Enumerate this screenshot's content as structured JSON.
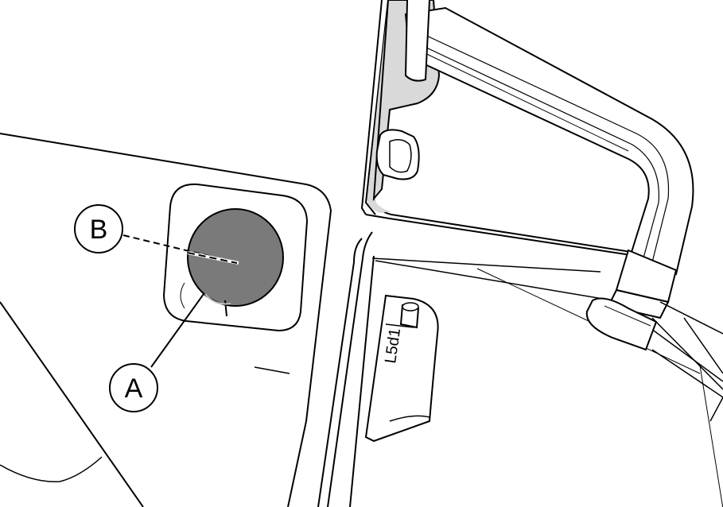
{
  "callouts": {
    "a": {
      "label": "A"
    },
    "b": {
      "label": "B"
    }
  },
  "plate_marking": "L5d1",
  "colors": {
    "line": "#000000",
    "plug_fill": "#7a7a7a",
    "shade": "#d9d9d9",
    "background": "#ffffff"
  }
}
